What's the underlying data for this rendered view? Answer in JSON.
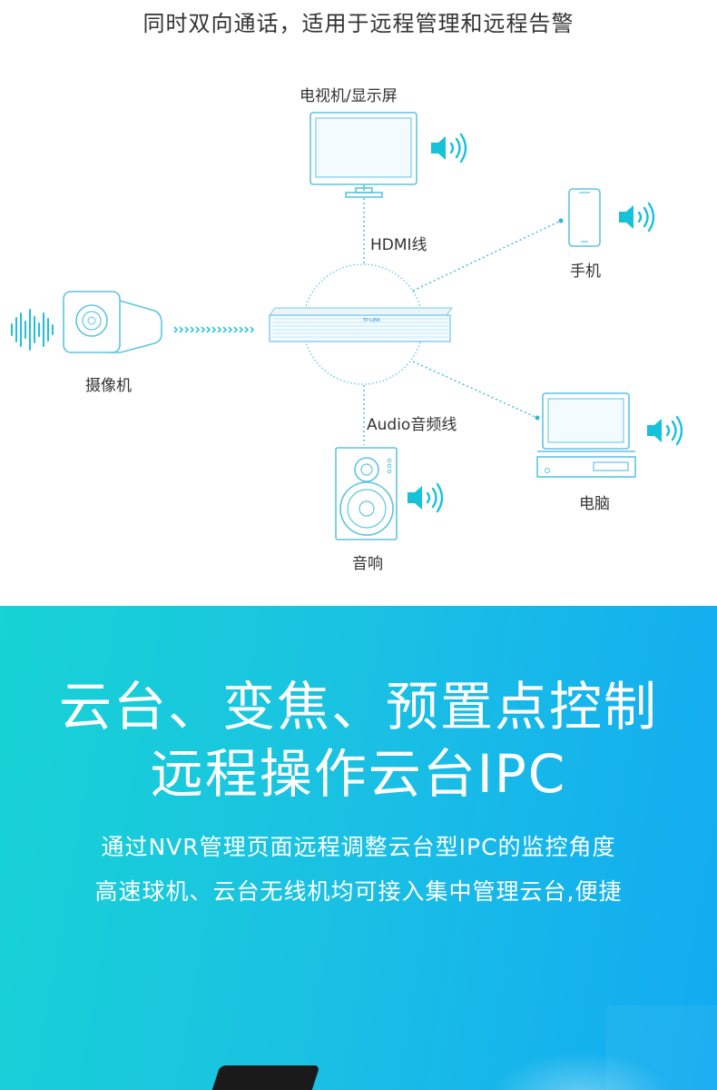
{
  "top": {
    "title": "同时双向通话，适用于远程管理和远程告警",
    "labels": {
      "tv": "电视机/显示屏",
      "hdmi": "HDMI线",
      "phone": "手机",
      "camera": "摄像机",
      "audio_cable": "Audio音频线",
      "pc": "电脑",
      "speaker": "音响",
      "nvr_brand": "TP-LINK"
    }
  },
  "bottom": {
    "headline_line1": "云台、变焦、预置点控制",
    "headline_line2": "远程操作云台IPC",
    "sub_line1": "通过NVR管理页面远程调整云台型IPC的监控角度",
    "sub_line2": "高速球机、云台无线机均可接入集中管理云台,便捷"
  },
  "colors": {
    "accent_cyan": "#14c3dc",
    "gradient_start": "#17d3d4",
    "gradient_end": "#12aaf2",
    "text_dark": "#333333"
  }
}
